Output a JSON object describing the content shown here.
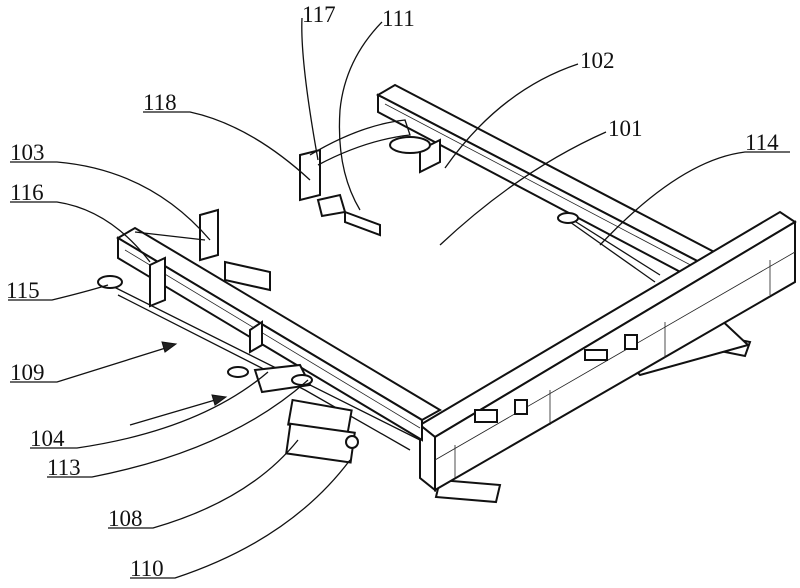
{
  "figure": {
    "labels": {
      "l117": "117",
      "l111": "111",
      "l102": "102",
      "l118": "118",
      "l101": "101",
      "l103": "103",
      "l114": "114",
      "l116": "116",
      "l115": "115",
      "l109": "109",
      "l104": "104",
      "l113": "113",
      "l108": "108",
      "l110": "110"
    }
  }
}
